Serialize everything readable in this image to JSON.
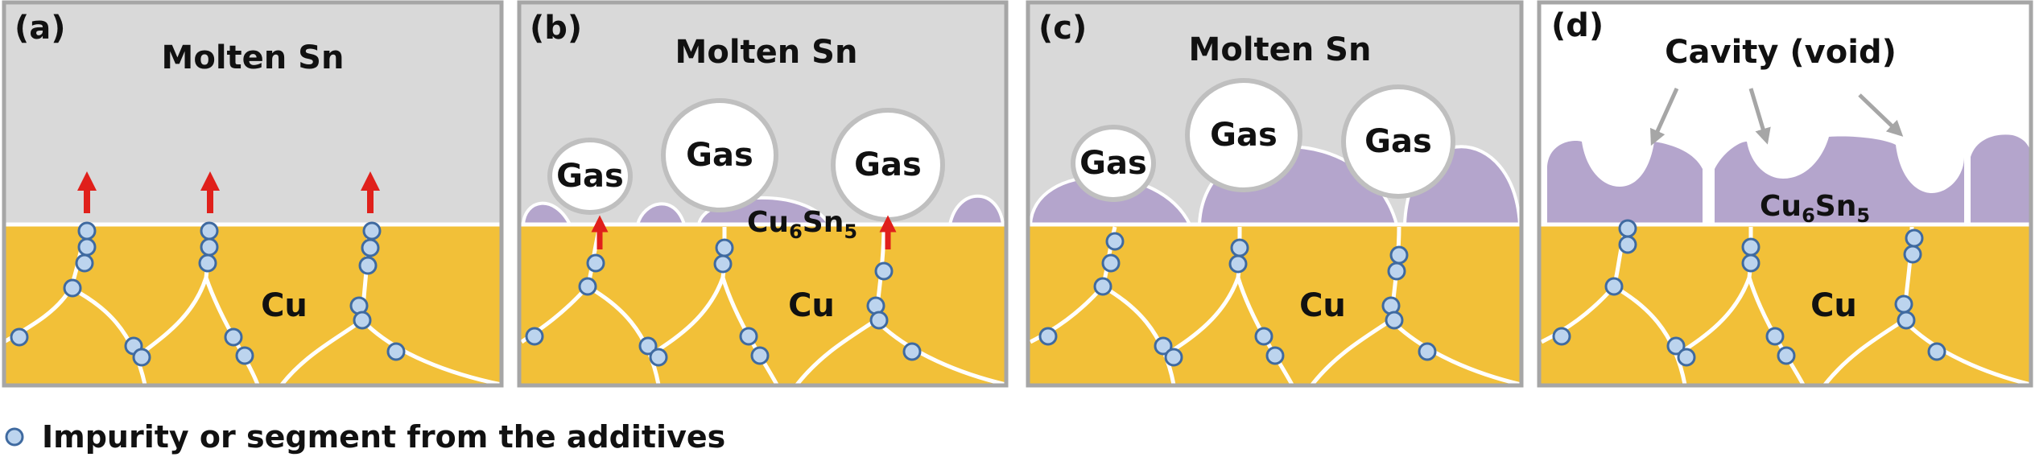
{
  "panels": [
    {
      "tag": "(a)",
      "top_label": "Molten Sn",
      "bottom_label": "Cu"
    },
    {
      "tag": "(b)",
      "top_label": "Molten Sn",
      "bottom_label": "Cu",
      "gas_label": "Gas",
      "imc_base": "Cu",
      "imc_sub1": "6",
      "imc_mid": "Sn",
      "imc_sub2": "5"
    },
    {
      "tag": "(c)",
      "top_label": "Molten Sn",
      "bottom_label": "Cu",
      "gas_label": "Gas"
    },
    {
      "tag": "(d)",
      "top_label": "Cavity (void)",
      "bottom_label": "Cu",
      "imc_base": "Cu",
      "imc_sub1": "6",
      "imc_mid": "Sn",
      "imc_sub2": "5"
    }
  ],
  "legend": {
    "text": "Impurity or segment from the additives",
    "marker": "light-blue circle"
  },
  "colors": {
    "molten_sn": "#d9d9d9",
    "cu": "#f2c038",
    "imc": "#b4a5cc",
    "arrow": "#e0201b",
    "impurity_fill": "#bcd4ee",
    "impurity_stroke": "#3f6aa0",
    "frame": "#a6a6a6",
    "void_arrow": "#a6a6a6"
  }
}
